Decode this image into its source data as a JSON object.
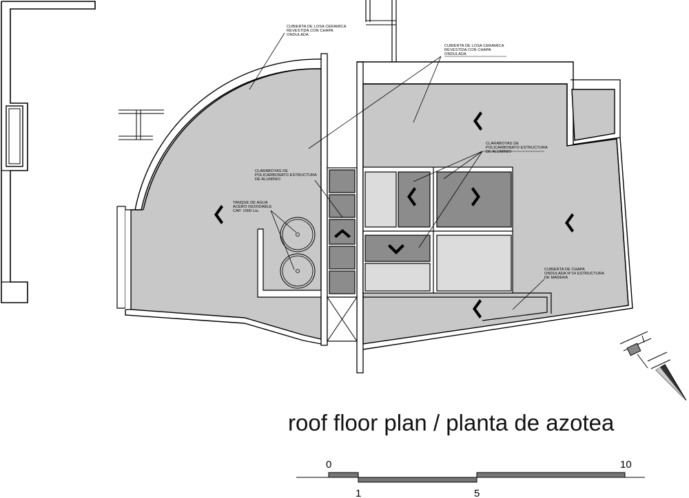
{
  "title": "roof floor plan / planta de azotea",
  "labels": {
    "roof_tile_left": [
      "CUBIERTA DE LOSA CERAMICA",
      "REVESTIDA CON CHAPA",
      "ONDULADA"
    ],
    "roof_tile_right": [
      "CUBIERTA DE LOSA CERAMICA",
      "REVESTIDA CON CHAPA",
      "ONDULADA"
    ],
    "skylight_left": [
      "CLARABOYAS DE",
      "POLICARBONATO ESTRUCTURA",
      "DE ALUMINIO"
    ],
    "skylight_right": [
      "CLARABOYAS DE",
      "POLICARBONATO ESTRUCTURA",
      "DE ALUMINIO"
    ],
    "water_tank": [
      "TANQUE DE AGUA",
      "ACERO INOXIDABLE",
      "CAP. 1000 Lts."
    ],
    "sheet_roof": [
      "CUBIERTA DE CHAPA",
      "ONDULADA N°14 ESTRUCTURA",
      "DE MADERA"
    ]
  },
  "scale": {
    "ticks_top": [
      "0",
      "10"
    ],
    "ticks_bottom": [
      "1",
      "5"
    ]
  },
  "colors": {
    "roof_fill": "#c8c8c8",
    "skylight_dark": "#8c8c8c",
    "skylight_light": "#dcdcdc",
    "line": "#000000"
  }
}
